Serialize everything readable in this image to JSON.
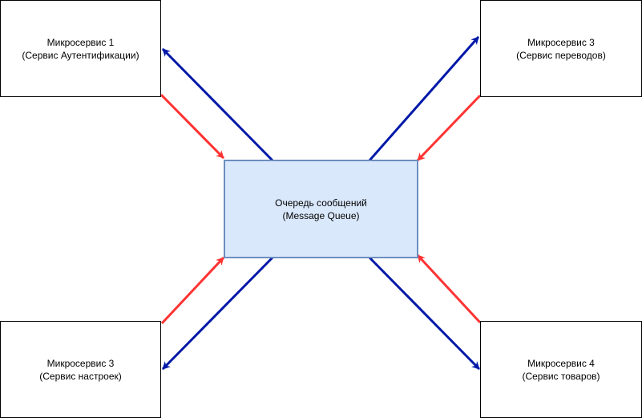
{
  "diagram": {
    "colors": {
      "outgoing_arrow": "#0018a8",
      "incoming_arrow": "#ff3333",
      "queue_fill": "#dae8fc",
      "queue_border": "#6c8ebf"
    },
    "queue": {
      "title": "Очередь сообщений",
      "subtitle": "(Message Queue)"
    },
    "services": {
      "top_left": {
        "title": "Микросервис 1",
        "subtitle": "(Сервис Аутентификации)"
      },
      "top_right": {
        "title": "Микросервис 3",
        "subtitle": "(Сервис переводов)"
      },
      "bottom_left": {
        "title": "Микросервис 3",
        "subtitle": "(Сервис настроек)"
      },
      "bottom_right": {
        "title": "Микросервис 4",
        "subtitle": "(Сервис товаров)"
      }
    }
  }
}
